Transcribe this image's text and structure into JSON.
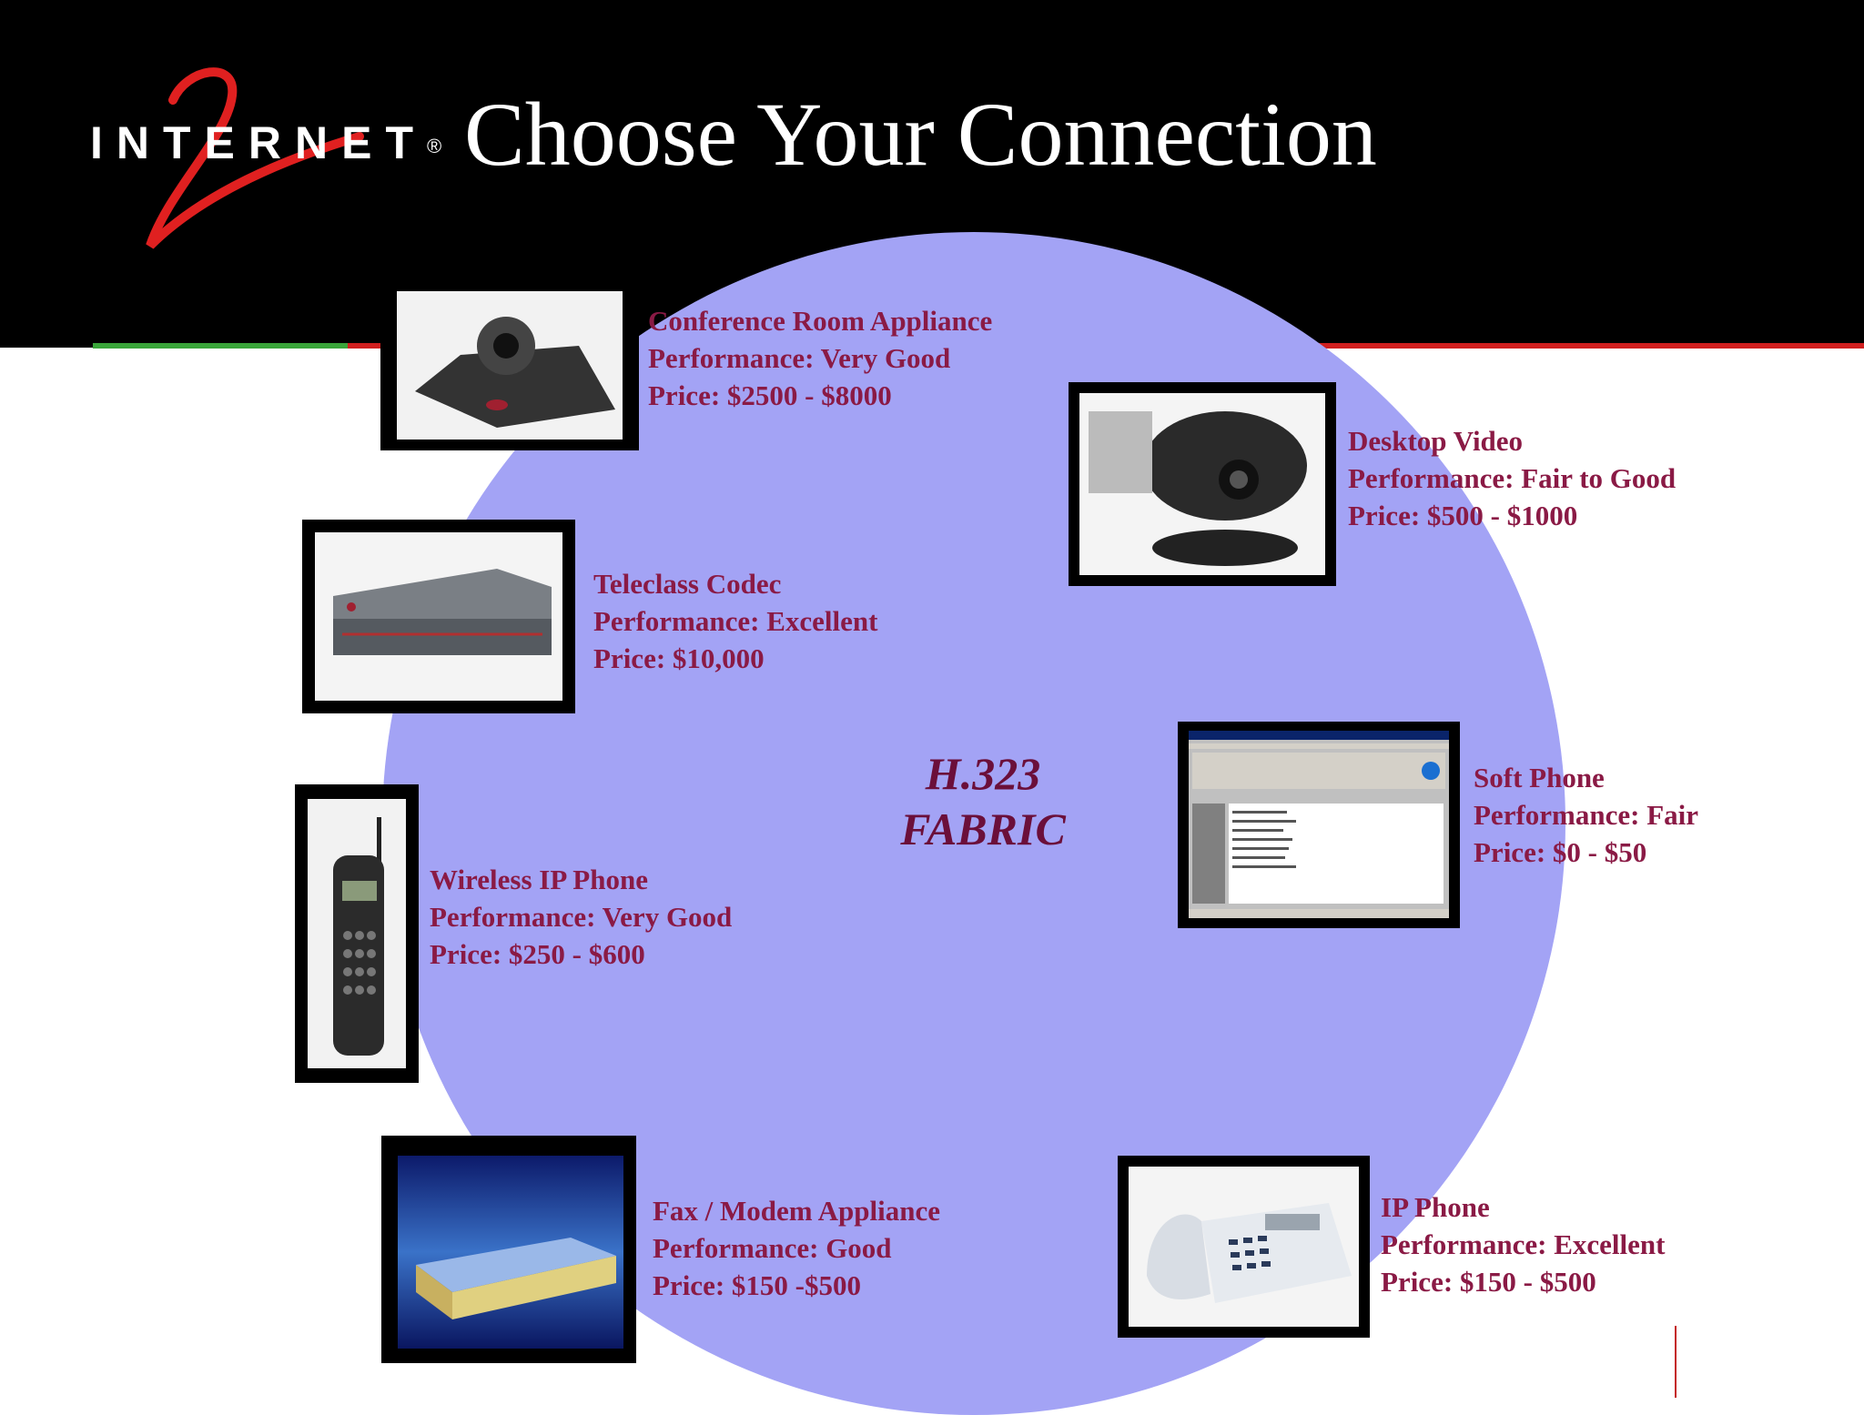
{
  "header": {
    "title": "Choose Your Connection",
    "logo_text": "INTERNET",
    "logo_mark": "®"
  },
  "center": {
    "line1": "H.323",
    "line2": "FABRIC"
  },
  "products": [
    {
      "name": "Conference Room Appliance",
      "performance": "Performance: Very Good",
      "price": "Price: $2500 - $8000",
      "image": "conference-room-camera"
    },
    {
      "name": "Desktop Video",
      "performance": "Performance: Fair to Good",
      "price": "Price: $500 - $1000",
      "image": "desktop-video-camera"
    },
    {
      "name": "Teleclass Codec",
      "performance": "Performance: Excellent",
      "price": "Price: $10,000",
      "image": "rack-codec"
    },
    {
      "name": "Soft Phone",
      "performance": "Performance: Fair",
      "price": "Price: $0 - $50",
      "image": "netmeeting-window"
    },
    {
      "name": "Wireless IP Phone",
      "performance": "Performance: Very Good",
      "price": "Price: $250 - $600",
      "image": "wireless-handset"
    },
    {
      "name": "Fax / Modem Appliance",
      "performance": "Performance: Good",
      "price": "Price: $150 -$500",
      "image": "modem-box"
    },
    {
      "name": "IP Phone",
      "performance": "Performance: Excellent",
      "price": "Price: $150 - $500",
      "image": "desk-phone"
    }
  ],
  "colors": {
    "header_bg": "#000000",
    "fabric": "#a3a3f5",
    "text": "#8a1a45",
    "center_text": "#6b0f3a",
    "accent_red": "#d01f1f",
    "accent_green": "#3aa53a"
  }
}
